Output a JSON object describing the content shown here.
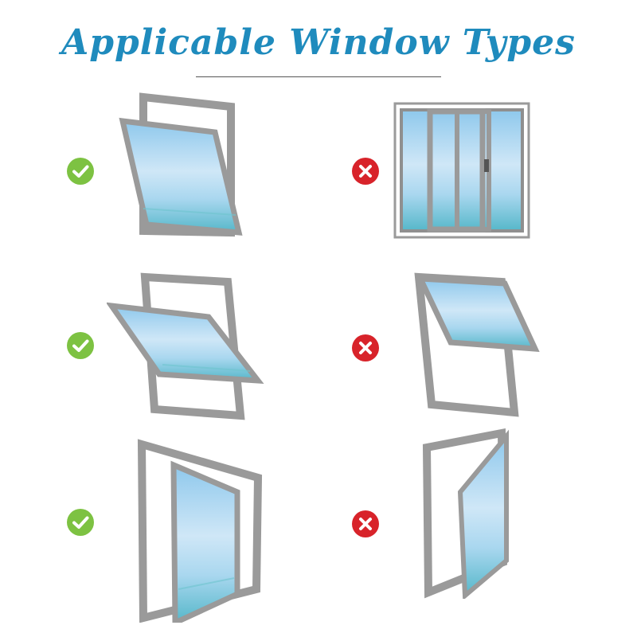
{
  "title": "Applicable Window Types",
  "colors": {
    "title": "#1f8bbd",
    "ok": "#7dc242",
    "no": "#d8232a",
    "frame": "#9a9a9a"
  },
  "rows": [
    {
      "left": {
        "window": "top-hung window",
        "status": "ok-icon"
      },
      "right": {
        "window": "sliding window",
        "status": "no-icon"
      }
    },
    {
      "left": {
        "window": "pivot window",
        "status": "ok-icon"
      },
      "right": {
        "window": "awning window",
        "status": "no-icon"
      }
    },
    {
      "left": {
        "window": "casement window",
        "status": "ok-icon"
      },
      "right": {
        "window": "narrow casement window",
        "status": "no-icon"
      }
    }
  ]
}
